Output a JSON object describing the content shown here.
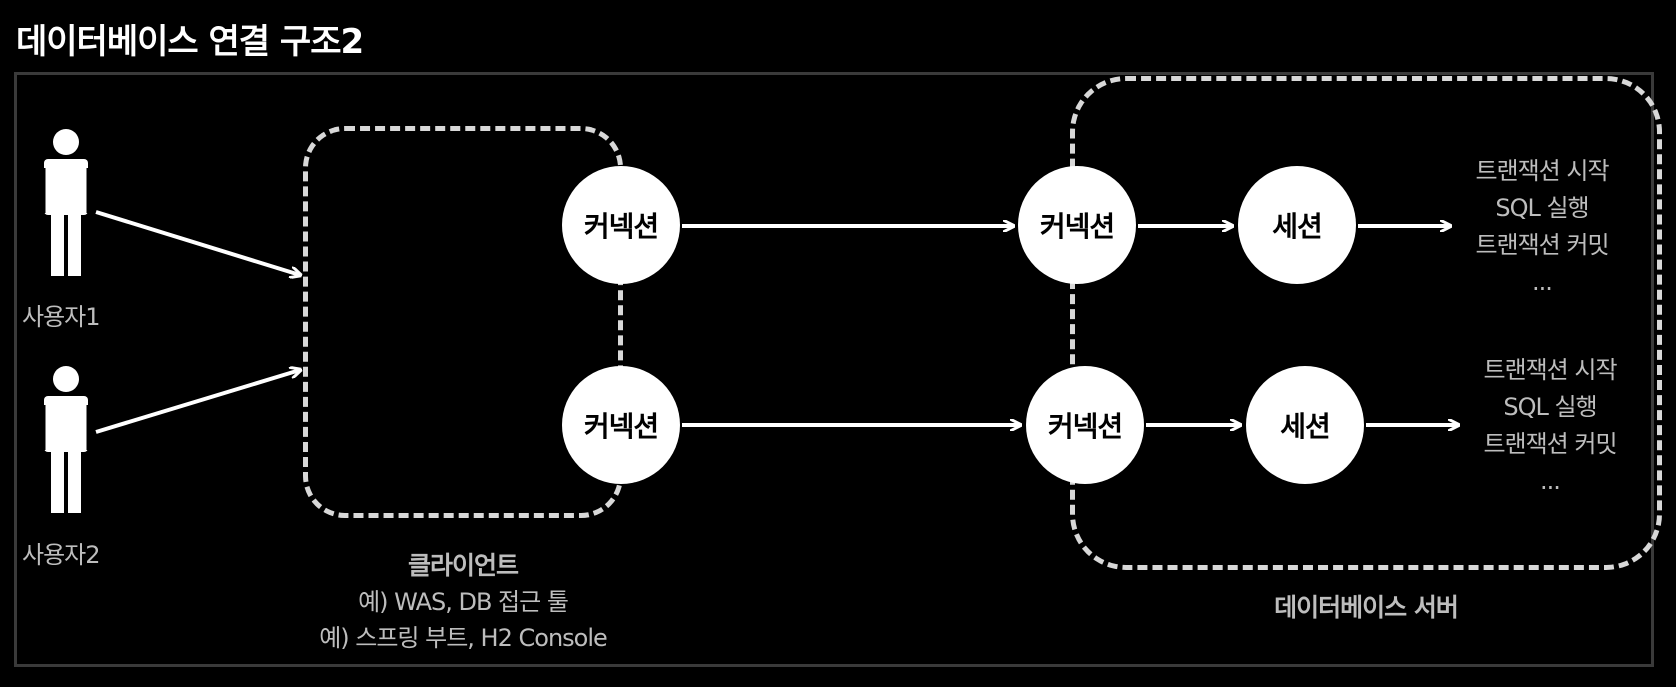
{
  "title": "데이터베이스 연결 구조2",
  "users": [
    {
      "label": "사용자1"
    },
    {
      "label": "사용자2"
    }
  ],
  "client": {
    "connection_labels": [
      "커넥션",
      "커넥션"
    ],
    "caption_title": "클라이언트",
    "caption_line1": "예) WAS, DB 접근 툴",
    "caption_line2": "예) 스프링 부트, H2 Console"
  },
  "server": {
    "connection_labels": [
      "커넥션",
      "커넥션"
    ],
    "session_labels": [
      "세션",
      "세션"
    ],
    "caption_title": "데이터베이스 서버",
    "steps": [
      [
        "트랜잭션 시작",
        "SQL 실행",
        "트랜잭션 커밋",
        "..."
      ],
      [
        "트랜잭션 시작",
        "SQL 실행",
        "트랜잭션 커밋",
        "..."
      ]
    ]
  },
  "colors": {
    "background": "#000000",
    "node": "#ffffff",
    "line": "#ffffff",
    "muted_text": "#bdbdbd"
  }
}
